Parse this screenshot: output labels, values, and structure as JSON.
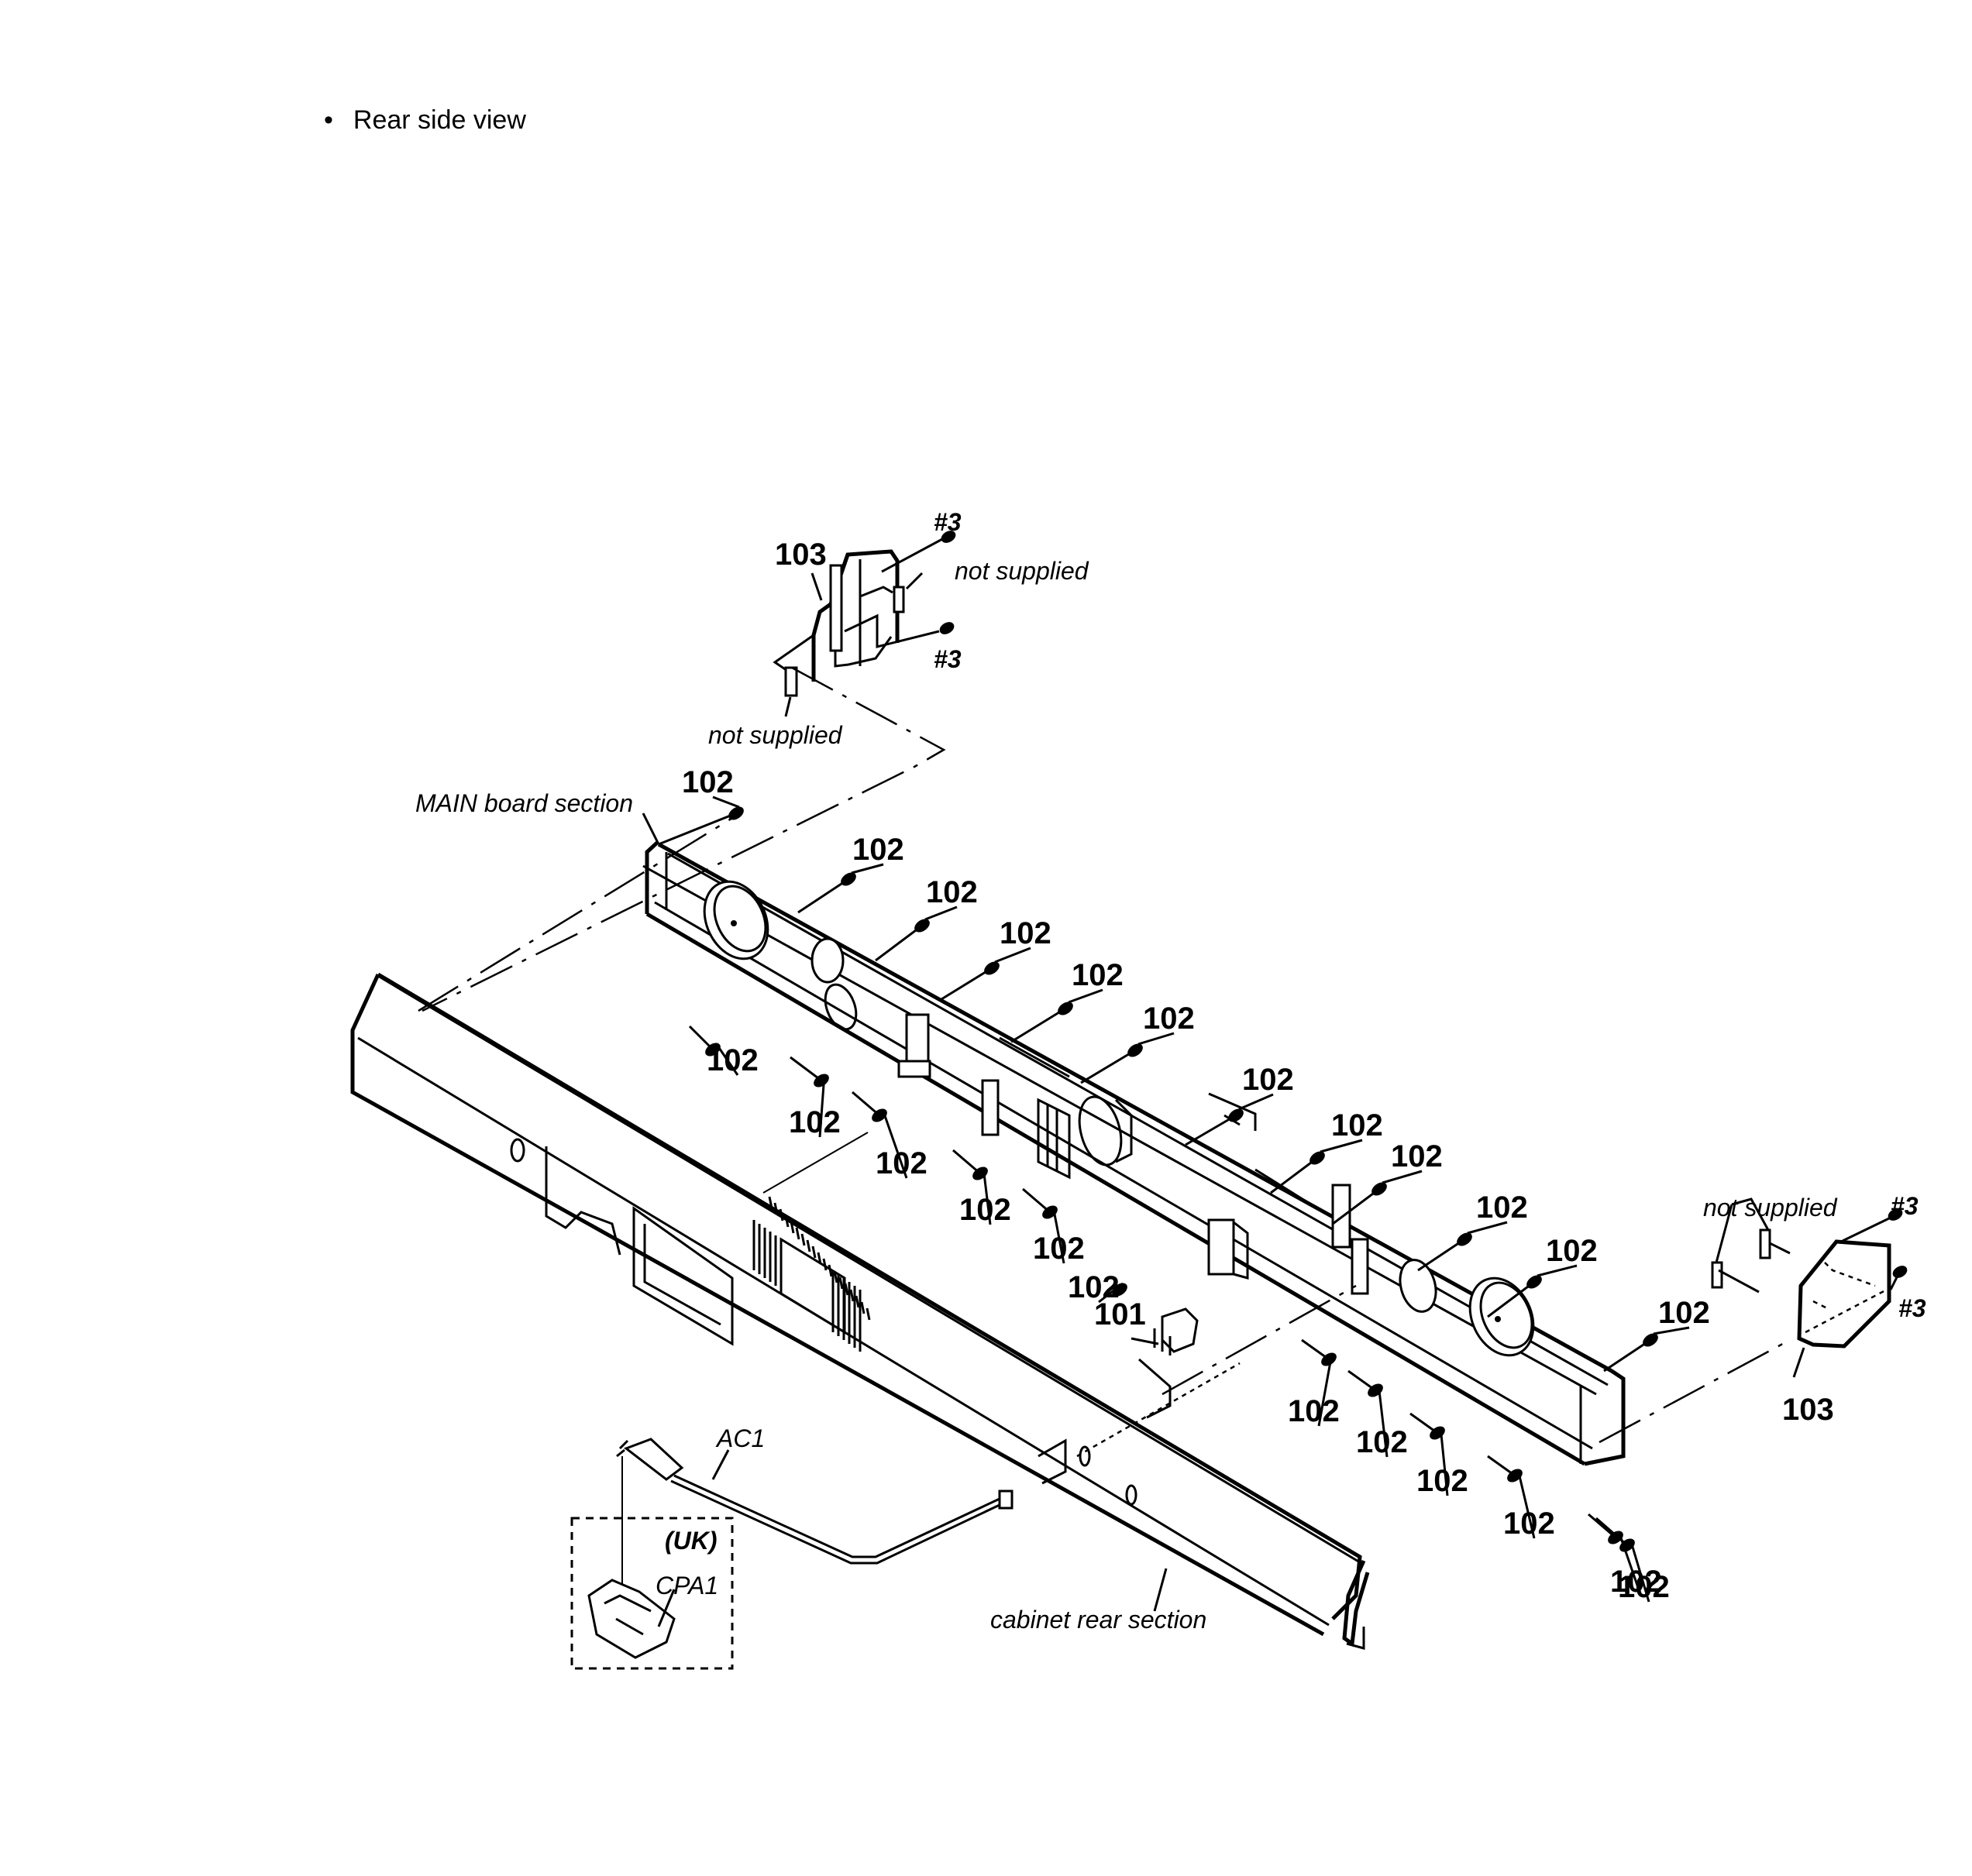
{
  "page": {
    "title_bullet": "•",
    "title": "Rear side view"
  },
  "sections": {
    "main_board": "MAIN board section",
    "cabinet_rear": "cabinet rear section"
  },
  "notes": {
    "not_supplied": "not supplied",
    "uk_region": "(UK)"
  },
  "parts": {
    "screw_main": "102",
    "jack": "101",
    "bracket": "103",
    "screw_bracket": "#3",
    "ac_cord": "AC1",
    "plug_adaptor": "CPA1"
  },
  "callouts": [
    {
      "ref": "103",
      "label": "103",
      "kind": "bracket-left"
    },
    {
      "ref": "#3",
      "label": "#3",
      "kind": "screw-top-left"
    },
    {
      "ref": "#3",
      "label": "#3",
      "kind": "screw-bottom-left"
    },
    {
      "ref": "not supplied",
      "label": "not supplied",
      "kind": "tape-left-upper"
    },
    {
      "ref": "not supplied",
      "label": "not supplied",
      "kind": "tape-left-lower"
    },
    {
      "ref": "102",
      "label": "102",
      "count_visible": 24
    },
    {
      "ref": "101",
      "label": "101"
    },
    {
      "ref": "103",
      "label": "103",
      "kind": "bracket-right"
    },
    {
      "ref": "#3",
      "label": "#3",
      "kind": "screw-top-right"
    },
    {
      "ref": "#3",
      "label": "#3",
      "kind": "screw-bottom-right"
    },
    {
      "ref": "not supplied",
      "label": "not supplied",
      "kind": "tape-right"
    },
    {
      "ref": "AC1",
      "label": "AC1"
    },
    {
      "ref": "CPA1",
      "label": "CPA1"
    }
  ]
}
